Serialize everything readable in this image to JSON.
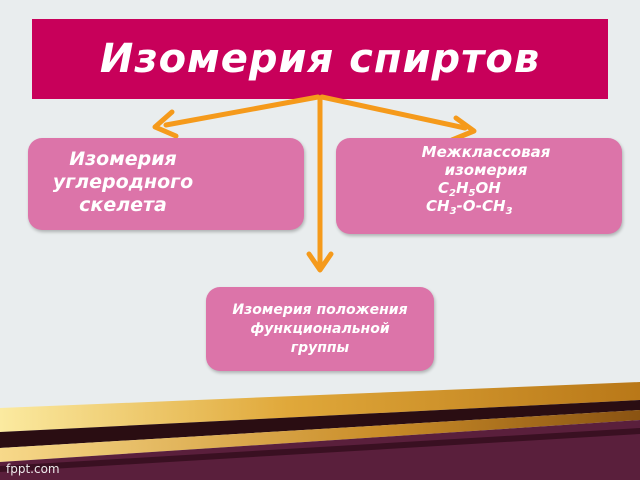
{
  "title": "Изомерия спиртов",
  "boxes": {
    "left": {
      "line1": "Изомерия",
      "line2": "углеродного",
      "line3": "скелета"
    },
    "right": {
      "line1": "Межклассовая",
      "line2": "изомерия",
      "formula1": {
        "a": "C",
        "a_sub": "2",
        "b": "H",
        "b_sub": "5",
        "c": "OH"
      },
      "formula2": {
        "a": "CH",
        "a_sub": "3",
        "b": "-O-CH",
        "b_sub": "3"
      }
    },
    "bottom": {
      "line1": "Изомерия положения",
      "line2": "функциональной",
      "line3": "группы"
    }
  },
  "colors": {
    "title_bg": "#c8005a",
    "box_bg": "#dc74a9",
    "arrow": "#f59a1b",
    "background": "#e9edee"
  },
  "watermark": "fppt.com"
}
